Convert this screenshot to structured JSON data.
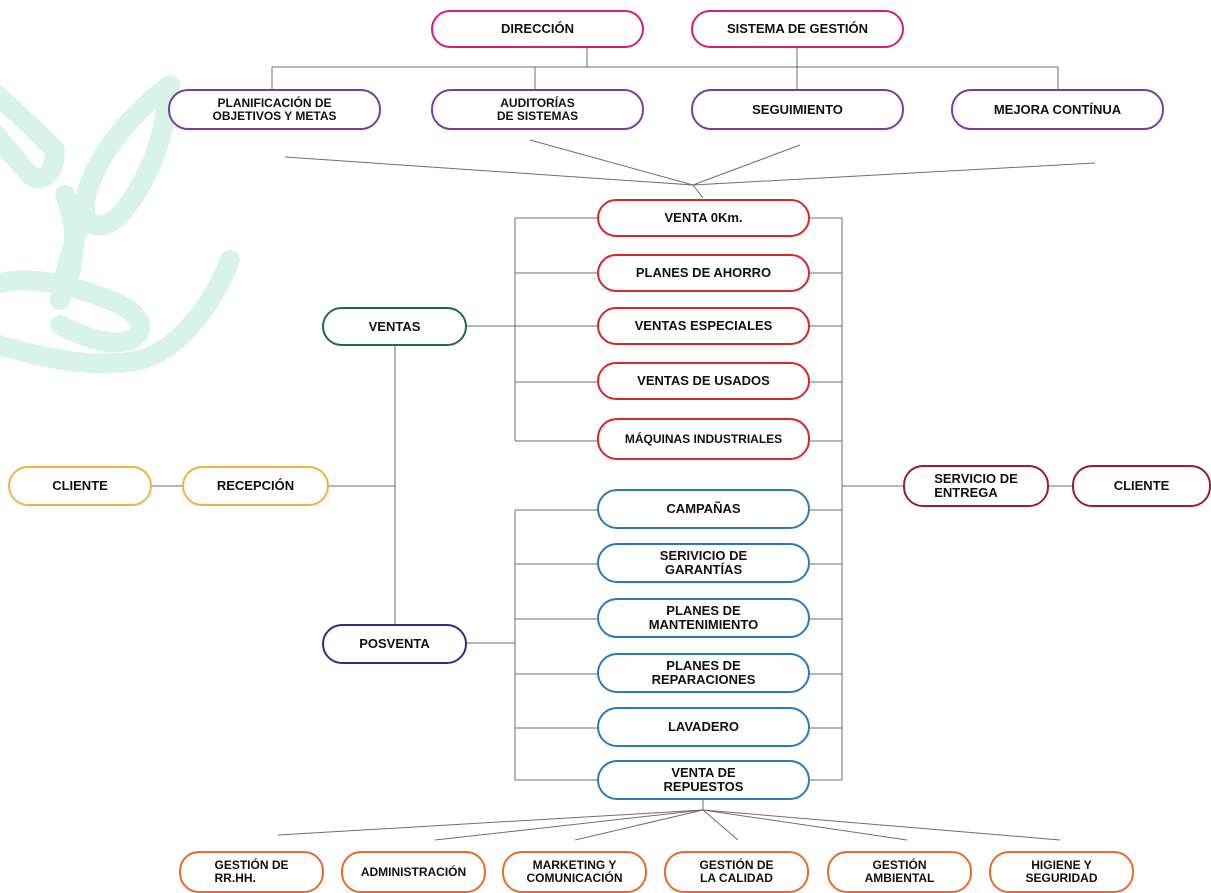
{
  "colors": {
    "direccion": "#d81b7e",
    "management": "#7b3d9a",
    "ventas_items": "#d9252d",
    "ventas": "#1e6b45",
    "posventa": "#2d2f86",
    "cliente_recepcion": "#f2b33b",
    "posventa_items": "#2e7ab8",
    "entrega": "#9a1f2a",
    "support": "#ea6a2e",
    "leaf_decoration": "#d8f3ea"
  },
  "top": {
    "direccion": "DIRECCIÓN",
    "sistema_gestion": "SISTEMA DE GESTIÓN"
  },
  "management": [
    "PLANIFICACIÓN DE\nOBJETIVOS Y METAS",
    "AUDITORÍAS\nDE SISTEMAS",
    "SEGUIMIENTO",
    "MEJORA CONTÍNUA"
  ],
  "ventas": {
    "label": "VENTAS",
    "items": [
      "VENTA 0Km.",
      "PLANES DE AHORRO",
      "VENTAS ESPECIALES",
      "VENTAS DE USADOS",
      "MÁQUINAS INDUSTRIALES"
    ]
  },
  "posventa": {
    "label": "POSVENTA",
    "items": [
      "CAMPAÑAS",
      "SERIVICIO DE\nGARANTÍAS",
      "PLANES DE\nMANTENIMIENTO",
      "PLANES DE\nREPARACIONES",
      "LAVADERO",
      "VENTA DE\nREPUESTOS"
    ]
  },
  "left": {
    "cliente": "CLIENTE",
    "recepcion": "RECEPCIÓN"
  },
  "right": {
    "entrega": "SERVICIO DE\nENTREGA",
    "cliente": "CLIENTE"
  },
  "support": [
    "GESTIÓN DE\nRR.HH.",
    "ADMINISTRACIÓN",
    "MARKETING Y\nCOMUNICACIÓN",
    "GESTIÓN DE\nLA CALIDAD",
    "GESTIÓN\nAMBIENTAL",
    "HIGIENE Y\nSEGURIDAD"
  ]
}
